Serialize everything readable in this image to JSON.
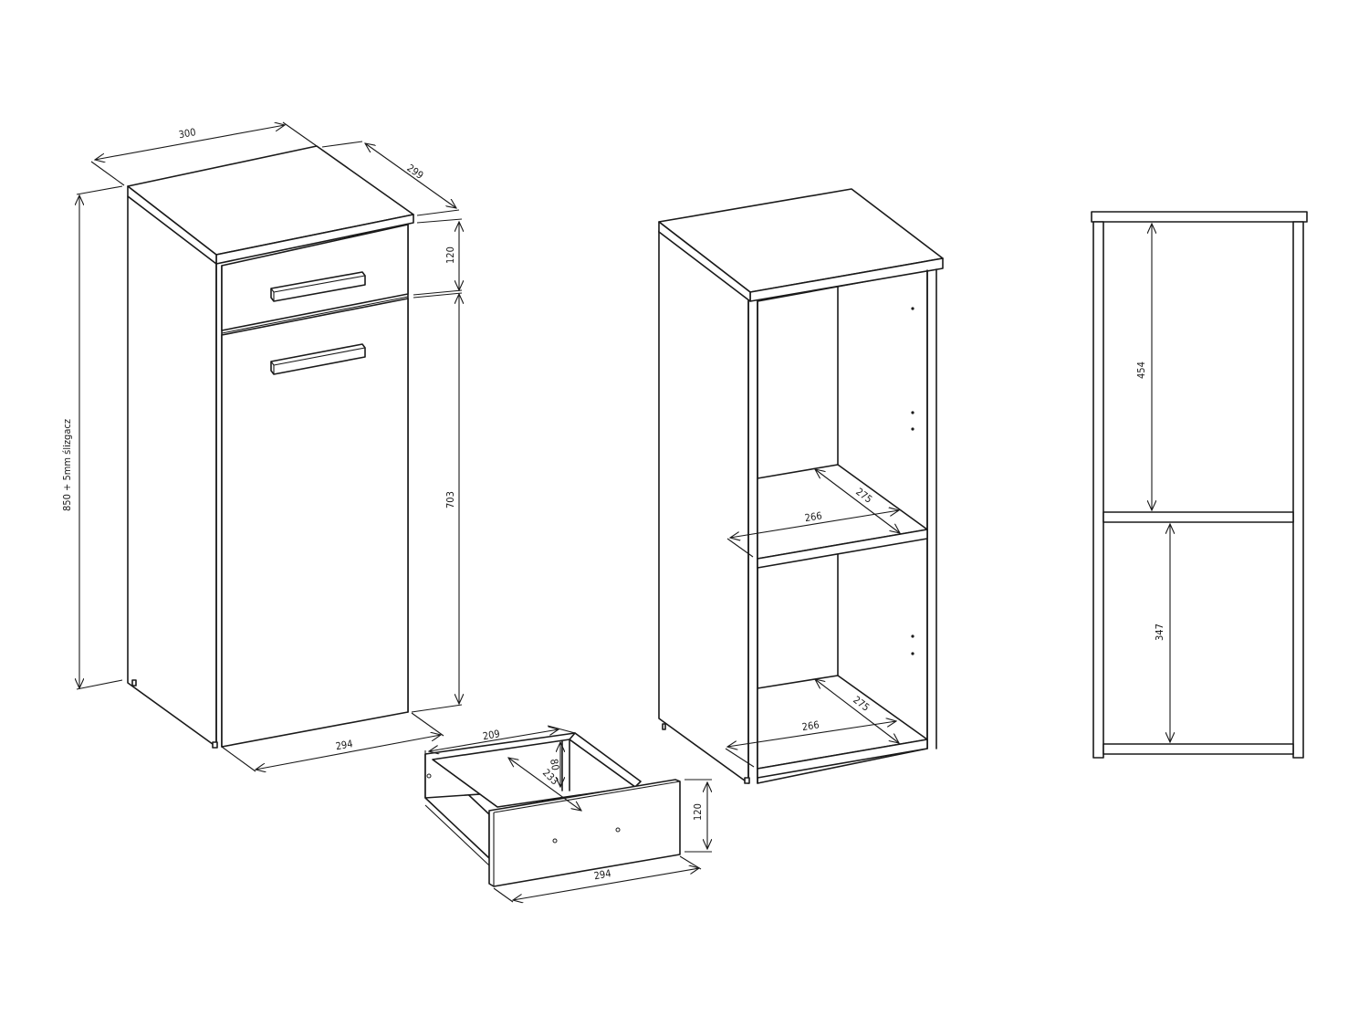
{
  "drawing": {
    "type": "furniture-dimension-drawing",
    "units": "mm",
    "line_color": "#1a1a1a",
    "background": "#ffffff"
  },
  "views": {
    "assembled": {
      "top_width": "300",
      "top_depth": "299",
      "total_height": "850 + 5mm ślizgacz",
      "drawer_height": "120",
      "door_height": "703",
      "bottom_width": "294"
    },
    "drawer": {
      "inner_width": "209",
      "inner_height": "80",
      "inner_depth": "233",
      "front_height": "120",
      "front_width": "294"
    },
    "open_carcass": {
      "shelf_depth_upper": "275",
      "shelf_width_upper": "266",
      "shelf_depth_lower": "275",
      "shelf_width_lower": "266"
    },
    "front_section": {
      "upper_compartment_height": "454",
      "lower_compartment_height": "347"
    }
  }
}
